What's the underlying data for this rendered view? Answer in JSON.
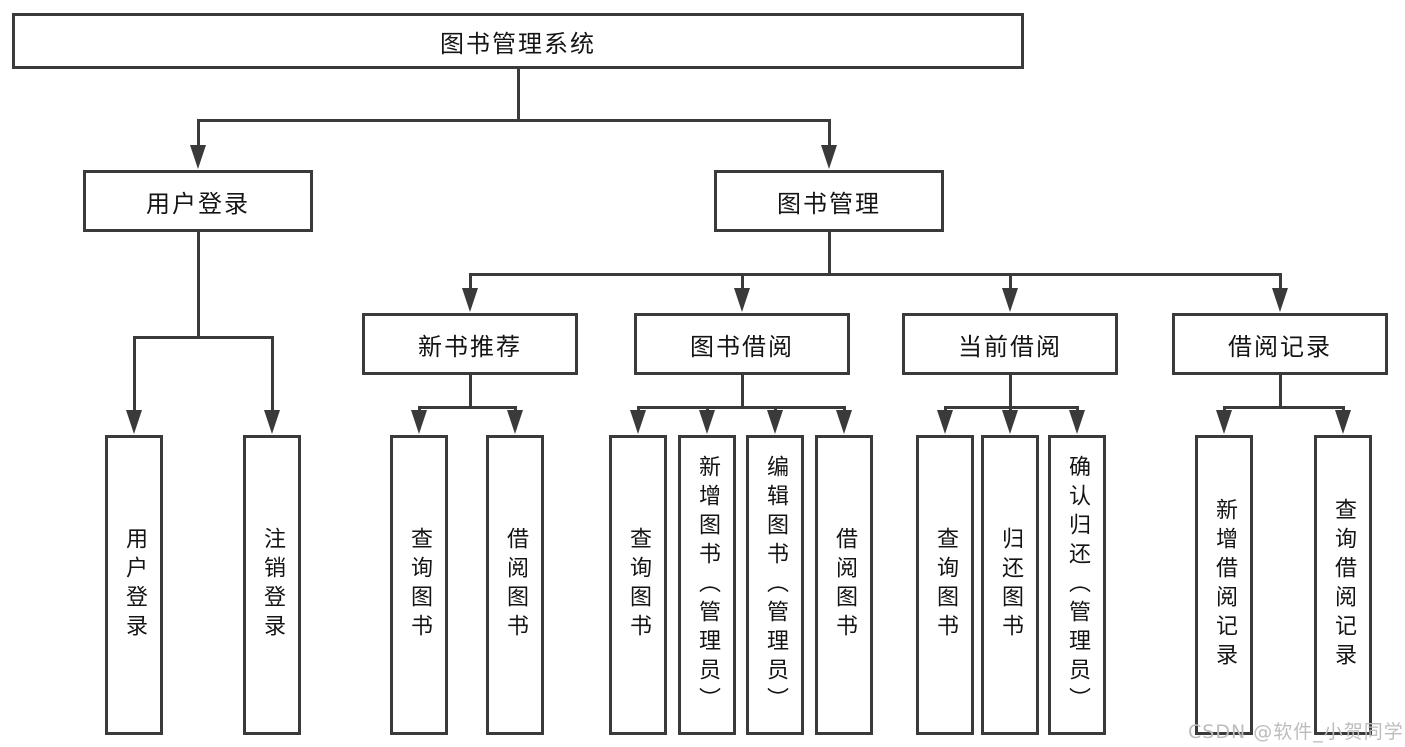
{
  "tree": {
    "root": {
      "label": "图书管理系统"
    },
    "user_login": {
      "label": "用户登录",
      "children": [
        {
          "label": "用户登录"
        },
        {
          "label": "注销登录"
        }
      ]
    },
    "book_management": {
      "label": "图书管理",
      "children": [
        {
          "label": "新书推荐",
          "children": [
            {
              "label": "查询图书"
            },
            {
              "label": "借阅图书"
            }
          ]
        },
        {
          "label": "图书借阅",
          "children": [
            {
              "label": "查询图书"
            },
            {
              "label": "新增图书（管理员）"
            },
            {
              "label": "编辑图书（管理员）"
            },
            {
              "label": "借阅图书"
            }
          ]
        },
        {
          "label": "当前借阅",
          "children": [
            {
              "label": "查询图书"
            },
            {
              "label": "归还图书"
            },
            {
              "label": "确认归还（管理员）"
            }
          ]
        },
        {
          "label": "借阅记录",
          "children": [
            {
              "label": "新增借阅记录"
            },
            {
              "label": "查询借阅记录"
            }
          ]
        }
      ]
    }
  },
  "watermark": {
    "text": "CSDN @软件_小贺同学"
  },
  "colors": {
    "line": "#3a3a3a",
    "text": "#141414",
    "box_background": "#ffffff",
    "watermark": "#bdbdbd"
  }
}
